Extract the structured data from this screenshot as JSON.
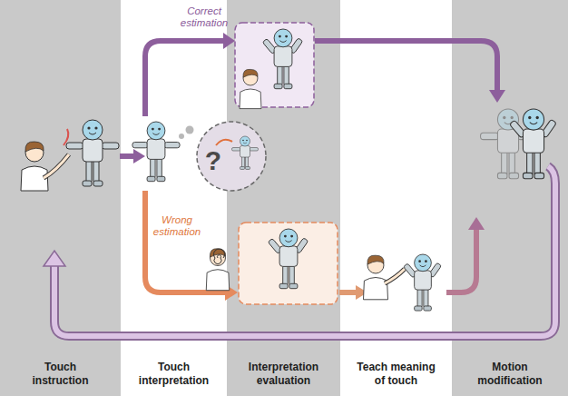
{
  "diagram": {
    "nodes": [
      {
        "text": [
          "Touch instruction"
        ]
      },
      {
        "text": [
          "Touch interpretation"
        ]
      },
      {
        "text": [
          "Interpretation evaluation"
        ]
      },
      {
        "text": [
          "Teach meaning of touch"
        ]
      },
      {
        "text": [
          "Motion modification"
        ]
      }
    ],
    "labels": [
      "Correct estimation",
      "Wrong estimation",
      "?"
    ]
  }
}
